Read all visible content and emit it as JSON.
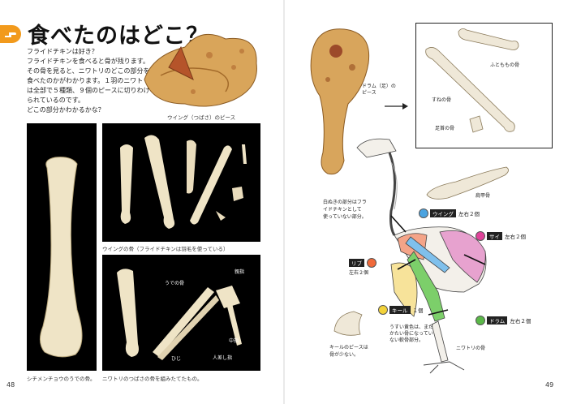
{
  "left_page": {
    "title": "食べたのはどこ？",
    "intro_lines": [
      "フライドチキンは好き？",
      "フライドチキンを食べると骨が残ります。",
      "その骨を見ると、ニワトリのどこの部分を",
      "食べたのかがわかります。１羽のニワトリ",
      "は全部で５種類、９個のピースに切りわけ",
      "られているのです。",
      "どこの部分かわかるかな？"
    ],
    "wing_piece_label": "ウイング（つばさ）のピース",
    "caption_wing_bones": "ウイングの骨（フライドチキンは羽毛を使っている）",
    "caption_chimp": "シチメンチョウのうでの骨。",
    "caption_chicken_wing": "ニワトリのつばさの骨を組みたてたもの。",
    "labels": {
      "ude": "うでの骨",
      "shinyubi": "親指",
      "hiji": "ひじ",
      "nakayubi": "中指",
      "hitosashi": "人差し指"
    },
    "page_number": "48"
  },
  "right_page": {
    "drum_label_lines": [
      "ドラム（足）の",
      "ピース"
    ],
    "bone_labels": {
      "futomomo": "ふとももの骨",
      "sune": "すねの骨",
      "sokkotsu": "足首の骨",
      "kenkou": "肩甲骨",
      "niwatori": "ニワトリの骨"
    },
    "white_note_lines": [
      "白ぬきの部分はフラ",
      "イドチキンとして",
      "使っていない部分。"
    ],
    "parts": [
      {
        "name": "ウイング",
        "count": "左右２個",
        "color": "#4aa3e0"
      },
      {
        "name": "サイ",
        "count": "左右２個",
        "color": "#e0439a"
      },
      {
        "name": "リブ",
        "count": "左右２個",
        "color": "#f06a3a"
      },
      {
        "name": "キール",
        "count": "１個",
        "color": "#f2d23a"
      },
      {
        "name": "ドラム",
        "count": "左右２個",
        "color": "#5ab848"
      }
    ],
    "keel_note_lines": [
      "うすい黄色は、まだ",
      "かたい骨になってい",
      "ない軟骨部分。"
    ],
    "keel_piece_lines": [
      "キールのピースは",
      "骨が少ない。"
    ],
    "page_number": "49"
  }
}
